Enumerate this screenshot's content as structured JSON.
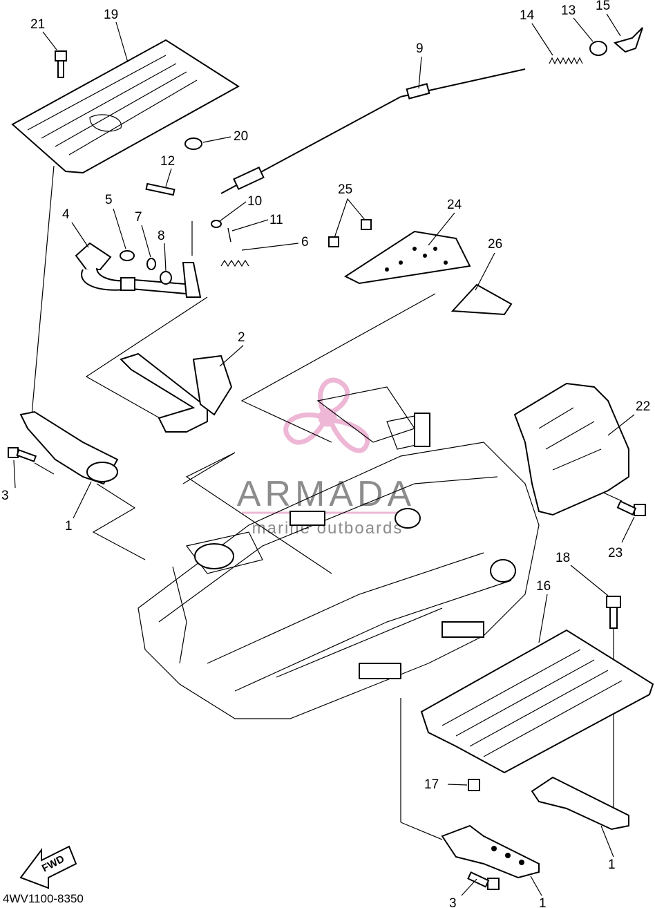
{
  "part_labels": [
    "21",
    "19",
    "14",
    "13",
    "15",
    "9",
    "20",
    "12",
    "5",
    "4",
    "7",
    "8",
    "10",
    "11",
    "6",
    "25",
    "24",
    "26",
    "2",
    "22",
    "3",
    "1",
    "23",
    "18",
    "16",
    "17",
    "1",
    "3",
    "1"
  ],
  "watermark": {
    "brand": "ARMADA",
    "tagline": "marine outboards"
  },
  "fwd_label": "FWD",
  "diagram_code": "4WV1100-8350",
  "colors": {
    "ink": "#000000",
    "watermark_pink": "#e8a0c8",
    "watermark_gray": "#6a6a6a",
    "background": "#ffffff"
  }
}
